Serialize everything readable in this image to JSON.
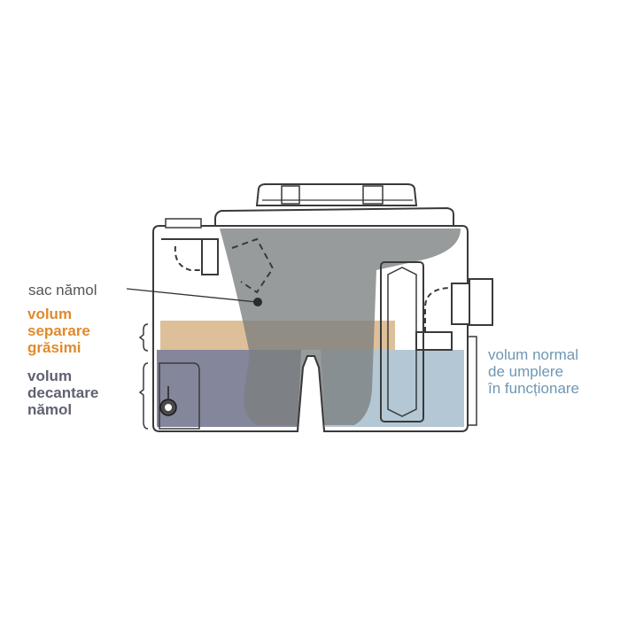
{
  "colors": {
    "outline": "#3a3a3a",
    "tank_fill": "#ffffff",
    "grease_band": "#d9b98e",
    "decant_zone": "#6f7189",
    "normal_volume": "#a7bdcc",
    "sludge_bag": "#7b7f7f",
    "label_grey": "#555555",
    "label_orange": "#e08a2c",
    "label_slate": "#5f6173",
    "label_blue": "#6e97b3"
  },
  "labels": {
    "sludge_bag": "sac nămol",
    "grease_volume": [
      "volum",
      "separare",
      "grăsimi"
    ],
    "decant_volume": [
      "volum",
      "decantare",
      "nămol"
    ],
    "normal_volume": [
      "volum normal",
      "de umplere",
      "în funcționare"
    ]
  }
}
